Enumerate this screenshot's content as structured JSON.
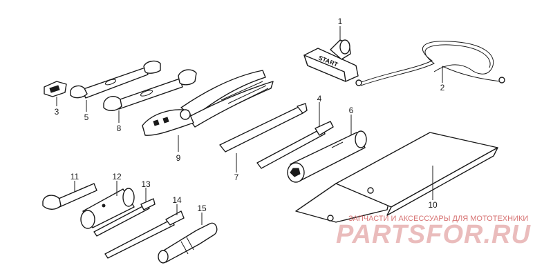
{
  "callouts": [
    "1",
    "2",
    "3",
    "4",
    "5",
    "6",
    "7",
    "8",
    "9",
    "10",
    "11",
    "12",
    "13",
    "14",
    "15"
  ],
  "starter_label": "START",
  "watermark": {
    "caption": "ЗАПЧАСТИ И АКСЕССУАРЫ ДЛЯ МОТОТЕХНИКИ",
    "brand": "PARTSFOR.RU",
    "color": "#d05a5a"
  }
}
